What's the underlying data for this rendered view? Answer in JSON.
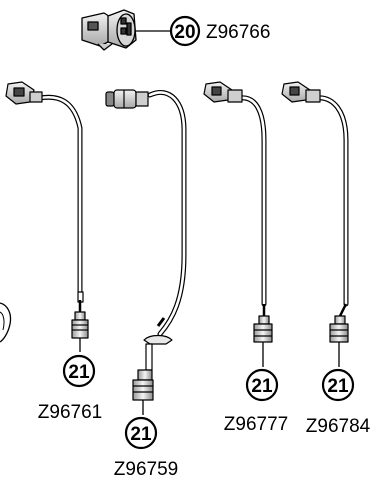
{
  "callouts": [
    {
      "ref": "20",
      "part": "Z96766"
    },
    {
      "ref": "21",
      "part": "Z96761"
    },
    {
      "ref": "21",
      "part": "Z96759"
    },
    {
      "ref": "21",
      "part": "Z96777"
    },
    {
      "ref": "21",
      "part": "Z96784"
    }
  ],
  "colors": {
    "line": "#000000",
    "cable_fill": "#ffffff",
    "part_fill": "#e6e6e6"
  }
}
